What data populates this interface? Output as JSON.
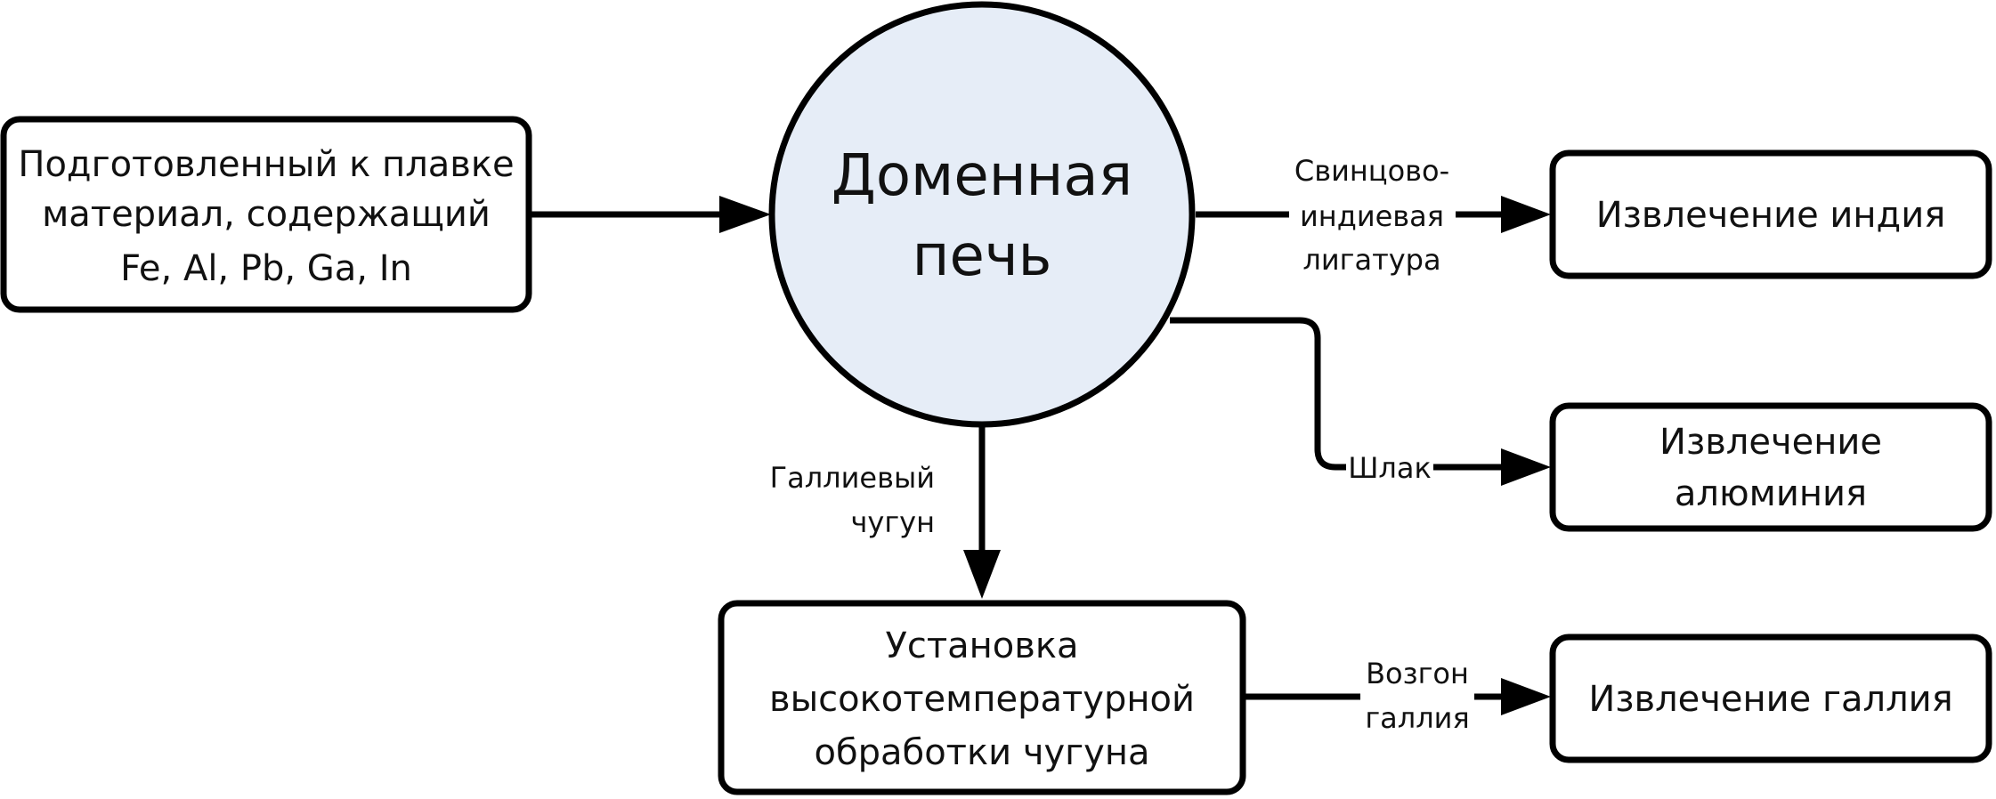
{
  "nodes": {
    "input": {
      "lines": [
        "Подготовленный к плавке",
        "материал, содержащий",
        "Fe, Al, Pb, Ga, In"
      ]
    },
    "furnace": {
      "lines": [
        "Доменная",
        "печь"
      ]
    },
    "indium": {
      "lines": [
        "Извлечение индия"
      ]
    },
    "aluminium": {
      "lines": [
        "Извлечение",
        "алюминия"
      ]
    },
    "treatment": {
      "lines": [
        "Установка",
        "высокотемпературной",
        "обработки чугуна"
      ]
    },
    "gallium": {
      "lines": [
        "Извлечение галлия"
      ]
    }
  },
  "edges": {
    "lead_indium": {
      "lines": [
        "Свинцово-",
        "индиевая",
        "лигатура"
      ]
    },
    "slag": {
      "lines": [
        "Шлак"
      ]
    },
    "gallium_iron": {
      "lines": [
        "Галлиевый",
        "чугун"
      ]
    },
    "gallium_sublimation": {
      "lines": [
        "Возгон",
        "галлия"
      ]
    }
  },
  "colors": {
    "circle_fill": "#e6edf7",
    "stroke": "#000000"
  }
}
